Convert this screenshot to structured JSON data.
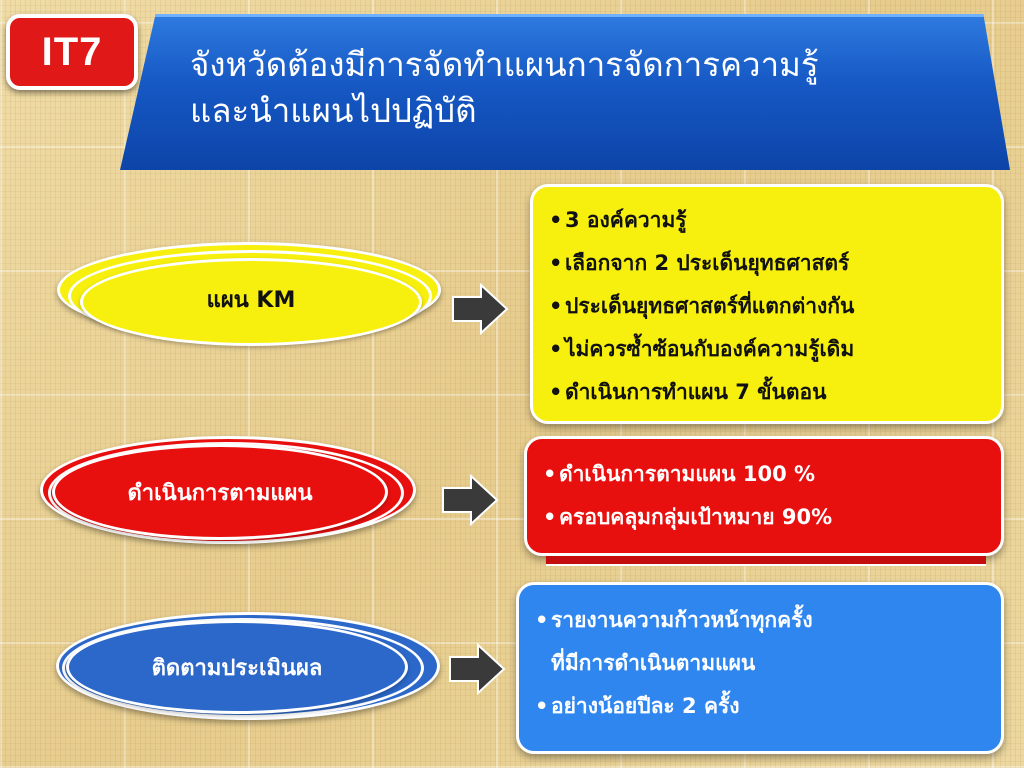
{
  "badge": {
    "label": "IT7"
  },
  "title": {
    "line1": "จังหวัดต้องมีการจัดทำแผนการจัดการความรู้",
    "line2": "และนำแผนไปปฏิบัติ"
  },
  "rows": [
    {
      "label": "แผน KM",
      "color": "#f7f00e",
      "text_color": "#111111",
      "box_color": "#f7f00e",
      "box_text_color": "#111111",
      "bullets": [
        "3  องค์ความรู้",
        "เลือกจาก 2 ประเด็นยุทธศาสตร์",
        "ประเด็นยุทธศาสตร์ที่แตกต่างกัน",
        "ไม่ควรซ้ำซ้อนกับองค์ความรู้เดิม",
        "ดำเนินการทำแผน 7 ขั้นตอน"
      ]
    },
    {
      "label": "ดำเนินการตามแผน",
      "color": "#e80f0f",
      "text_color": "#ffffff",
      "box_color": "#e80f0f",
      "box_text_color": "#ffffff",
      "bullets": [
        "ดำเนินการตามแผน 100 %",
        "ครอบคลุมกลุ่มเป้าหมาย 90%"
      ]
    },
    {
      "label": "ติดตามประเมินผล",
      "color": "#2b68c9",
      "text_color": "#ffffff",
      "box_color": "#2f86ef",
      "box_text_color": "#ffffff",
      "bullets": [
        "รายงานความก้าวหน้าทุกครั้ง",
        "ที่มีการดำเนินตามแผน",
        "อย่างน้อยปีละ 2 ครั้ง"
      ]
    }
  ]
}
